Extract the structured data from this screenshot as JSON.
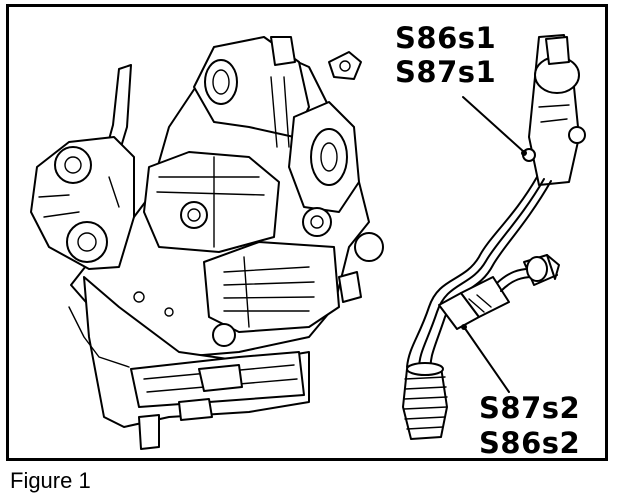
{
  "figure": {
    "callouts": {
      "upper_line1": "S86s1",
      "upper_line2": "S87s1",
      "lower_line1": "S87s2",
      "lower_line2": "S86s2"
    },
    "caption": "Figure 1"
  },
  "colors": {
    "ink": "#000000",
    "paper": "#ffffff"
  }
}
